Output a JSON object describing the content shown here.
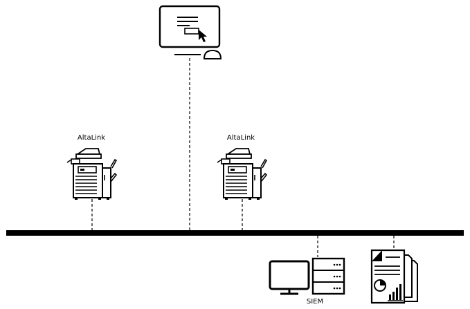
{
  "diagram": {
    "devices": [
      {
        "label": "AltaLink",
        "icon": "multifunction-printer-icon"
      },
      {
        "label": "AltaLink",
        "icon": "multifunction-printer-icon"
      }
    ],
    "management_station": {
      "icon": "admin-computer-icon"
    },
    "siem": {
      "label": "SIEM",
      "icons": [
        "monitor-icon",
        "server-rack-icon"
      ]
    },
    "reports": {
      "icon": "report-documents-icon"
    },
    "network": {
      "icon": "network-bus-line"
    },
    "colors": {
      "stroke": "#000000",
      "background": "#ffffff"
    }
  }
}
